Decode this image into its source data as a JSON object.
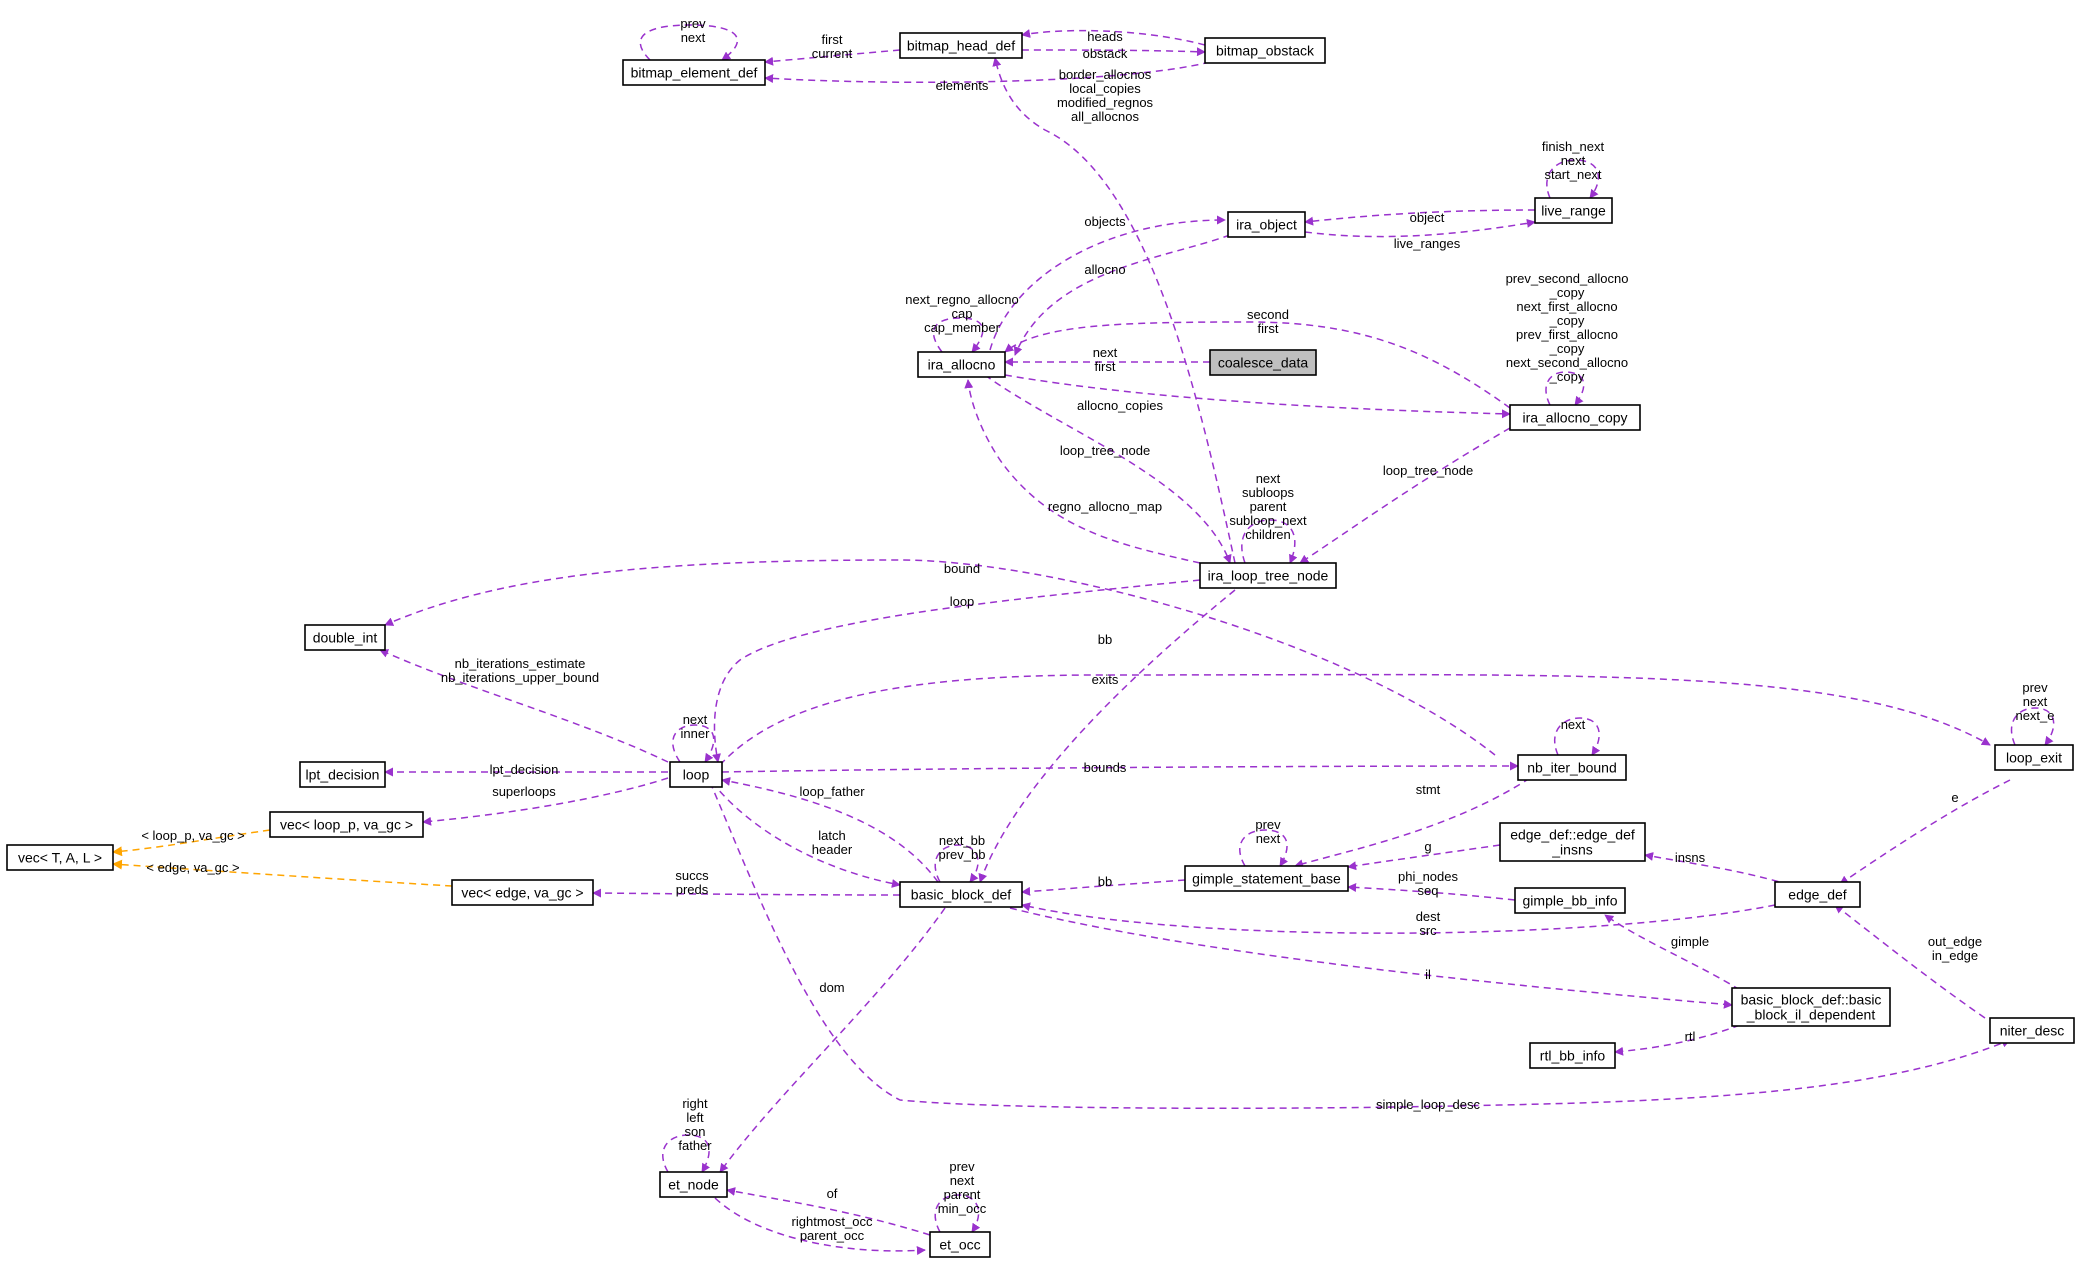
{
  "nodes": [
    {
      "id": "bitmap_element_def",
      "label": "bitmap_element_def"
    },
    {
      "id": "bitmap_head_def",
      "label": "bitmap_head_def"
    },
    {
      "id": "bitmap_obstack",
      "label": "bitmap_obstack"
    },
    {
      "id": "ira_object",
      "label": "ira_object"
    },
    {
      "id": "live_range",
      "label": "live_range"
    },
    {
      "id": "ira_allocno",
      "label": "ira_allocno"
    },
    {
      "id": "coalesce_data",
      "label": "coalesce_data",
      "focus": true
    },
    {
      "id": "ira_allocno_copy",
      "label": "ira_allocno_copy"
    },
    {
      "id": "ira_loop_tree_node",
      "label": "ira_loop_tree_node"
    },
    {
      "id": "double_int",
      "label": "double_int"
    },
    {
      "id": "loop",
      "label": "loop"
    },
    {
      "id": "lpt_decision",
      "label": "lpt_decision"
    },
    {
      "id": "vec_loop_p",
      "label": "vec< loop_p, va_gc >"
    },
    {
      "id": "vec_TAL",
      "label": "vec< T, A, L >"
    },
    {
      "id": "vec_edge",
      "label": "vec< edge, va_gc >"
    },
    {
      "id": "basic_block_def",
      "label": "basic_block_def"
    },
    {
      "id": "gimple_statement_base",
      "label": "gimple_statement_base"
    },
    {
      "id": "edge_def_insns",
      "label": "edge_def::edge_def\n_insns"
    },
    {
      "id": "gimple_bb_info",
      "label": "gimple_bb_info"
    },
    {
      "id": "nb_iter_bound",
      "label": "nb_iter_bound"
    },
    {
      "id": "loop_exit",
      "label": "loop_exit"
    },
    {
      "id": "edge_def",
      "label": "edge_def"
    },
    {
      "id": "bb_il_dependent",
      "label": "basic_block_def::basic\n_block_il_dependent"
    },
    {
      "id": "rtl_bb_info",
      "label": "rtl_bb_info"
    },
    {
      "id": "niter_desc",
      "label": "niter_desc"
    },
    {
      "id": "et_node",
      "label": "et_node"
    },
    {
      "id": "et_occ",
      "label": "et_occ"
    }
  ],
  "edges": [
    {
      "id": "e_bed_self",
      "label": "prev\nnext"
    },
    {
      "id": "e_bhd_bed",
      "label": "first\ncurrent"
    },
    {
      "id": "e_bo_bhd",
      "label": "heads"
    },
    {
      "id": "e_bhd_bo",
      "label": "obstack"
    },
    {
      "id": "e_bo_bed",
      "label": "elements"
    },
    {
      "id": "e_bhd_iltn",
      "label": "border_allocnos\nlocal_copies\nmodified_regnos\nall_allocnos"
    },
    {
      "id": "e_lr_self",
      "label": "finish_next\nnext\nstart_next"
    },
    {
      "id": "e_lr_obj",
      "label": "object"
    },
    {
      "id": "e_obj_lr",
      "label": "live_ranges"
    },
    {
      "id": "e_alloc_obj",
      "label": "objects"
    },
    {
      "id": "e_obj_alloc",
      "label": "allocno"
    },
    {
      "id": "e_alloc_self",
      "label": "next_regno_allocno\ncap\ncap_member"
    },
    {
      "id": "e_copy_alloc",
      "label": "second\nfirst"
    },
    {
      "id": "e_cd_alloc",
      "label": "next\nfirst"
    },
    {
      "id": "e_alloc_copy",
      "label": "allocno_copies"
    },
    {
      "id": "e_copy_self",
      "label": "prev_second_allocno\n_copy\nnext_first_allocno\n_copy\nprev_first_allocno\n_copy\nnext_second_allocno\n_copy"
    },
    {
      "id": "e_alloc_iltn",
      "label": "loop_tree_node"
    },
    {
      "id": "e_iltn_alloc",
      "label": "regno_allocno_map"
    },
    {
      "id": "e_copy_iltn",
      "label": "loop_tree_node"
    },
    {
      "id": "e_iltn_self",
      "label": "next\nsubloops\nparent\nsubloop_next\nchildren"
    },
    {
      "id": "e_nb_di",
      "label": "bound"
    },
    {
      "id": "e_iltn_loop",
      "label": "loop"
    },
    {
      "id": "e_loop_di",
      "label": "nb_iterations_estimate\nnb_iterations_upper_bound"
    },
    {
      "id": "e_iltn_bb",
      "label": "bb"
    },
    {
      "id": "e_loop_self",
      "label": "next\ninner"
    },
    {
      "id": "e_loop_exit",
      "label": "exits"
    },
    {
      "id": "e_le_self",
      "label": "prev\nnext\nnext_e"
    },
    {
      "id": "e_loop_lpt",
      "label": "lpt_decision"
    },
    {
      "id": "e_loop_nb",
      "label": "bounds"
    },
    {
      "id": "e_nb_self",
      "label": "next"
    },
    {
      "id": "e_loop_vlp",
      "label": "superloops"
    },
    {
      "id": "e_vlp_vtal",
      "label": "< loop_p, va_gc >"
    },
    {
      "id": "e_ve_vtal",
      "label": "< edge, va_gc >"
    },
    {
      "id": "e_bb_loop",
      "label": "loop_father"
    },
    {
      "id": "e_loop_bb",
      "label": "latch\nheader"
    },
    {
      "id": "e_bb_self",
      "label": "next_bb\nprev_bb"
    },
    {
      "id": "e_bb_ve",
      "label": "succs\npreds"
    },
    {
      "id": "e_nb_gsb",
      "label": "stmt"
    },
    {
      "id": "e_gsb_self",
      "label": "prev\nnext"
    },
    {
      "id": "e_gsb_bb",
      "label": "bb"
    },
    {
      "id": "e_ins_gsb",
      "label": "g"
    },
    {
      "id": "e_gbi_gsb",
      "label": "phi_nodes\nseq"
    },
    {
      "id": "e_le_ed",
      "label": "e"
    },
    {
      "id": "e_ed_ins",
      "label": "insns"
    },
    {
      "id": "e_ed_bb",
      "label": "dest\nsrc"
    },
    {
      "id": "e_bbil_gbi",
      "label": "gimple"
    },
    {
      "id": "e_bb_bbil",
      "label": "il"
    },
    {
      "id": "e_bbil_rtl",
      "label": "rtl"
    },
    {
      "id": "e_nd_ed",
      "label": "out_edge\nin_edge"
    },
    {
      "id": "e_bb_et",
      "label": "dom"
    },
    {
      "id": "e_loop_nd",
      "label": "simple_loop_desc"
    },
    {
      "id": "e_et_self",
      "label": "right\nleft\nson\nfather"
    },
    {
      "id": "e_occ_self",
      "label": "prev\nnext\nparent\nmin_occ"
    },
    {
      "id": "e_occ_et",
      "label": "of"
    },
    {
      "id": "e_et_occ",
      "label": "rightmost_occ\nparent_occ"
    }
  ]
}
